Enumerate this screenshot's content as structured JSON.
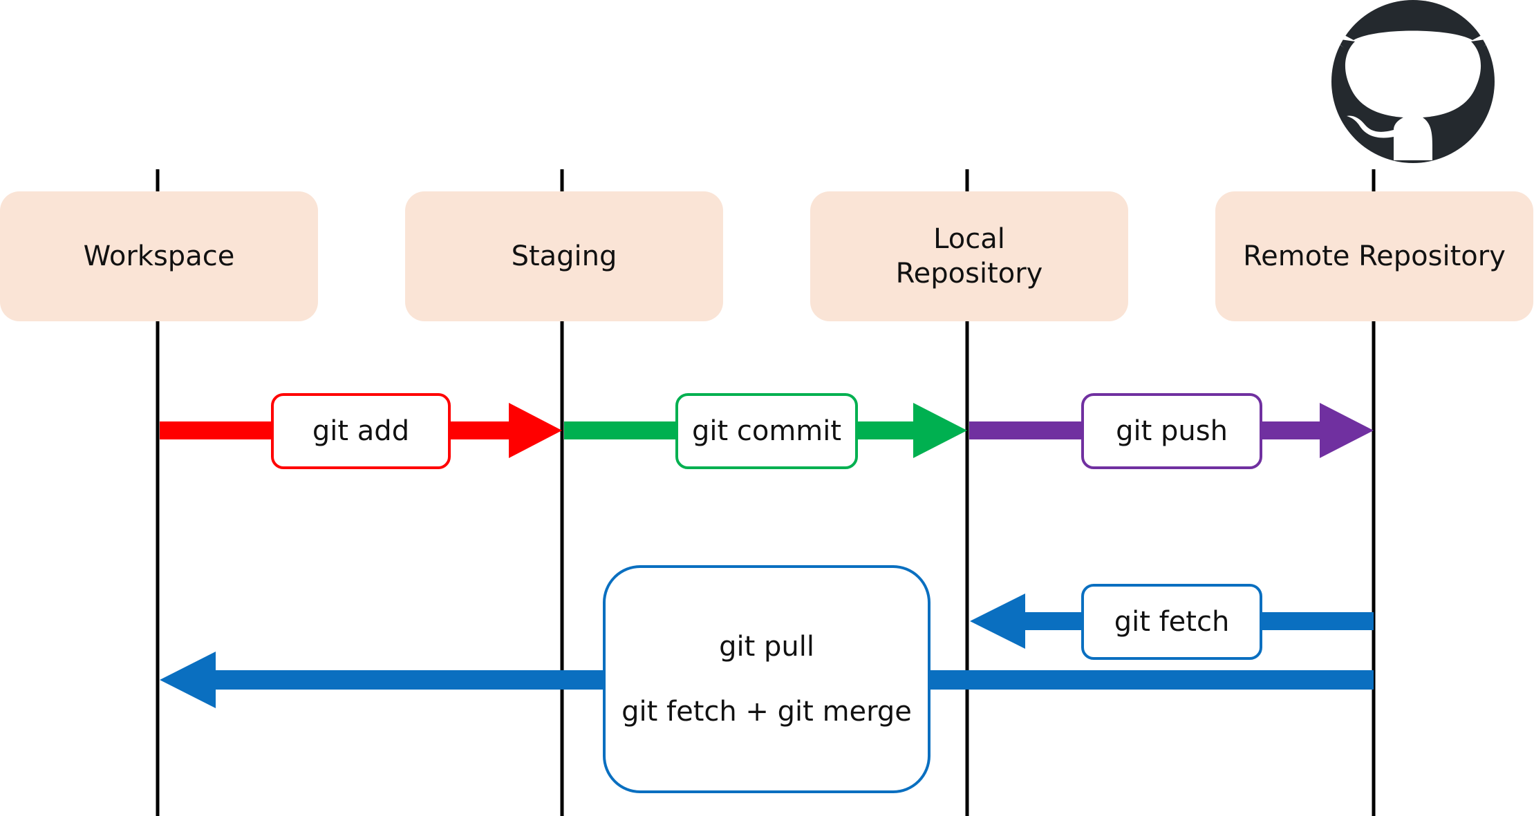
{
  "stages": [
    {
      "id": "workspace",
      "label": "Workspace"
    },
    {
      "id": "staging",
      "label": "Staging"
    },
    {
      "id": "local",
      "label": "Local\nRepository"
    },
    {
      "id": "remote",
      "label": "Remote Repository"
    }
  ],
  "commands": {
    "add": {
      "label": "git add",
      "color": "#ff0000"
    },
    "commit": {
      "label": "git commit",
      "color": "#00b050"
    },
    "push": {
      "label": "git push",
      "color": "#7030a0"
    },
    "fetch": {
      "label": "git fetch",
      "color": "#0a6fc0"
    },
    "pull": {
      "label": "git pull",
      "detail": "git fetch + git merge",
      "color": "#0a6fc0"
    }
  },
  "icons": {
    "remote_logo": "github-octocat-icon"
  }
}
